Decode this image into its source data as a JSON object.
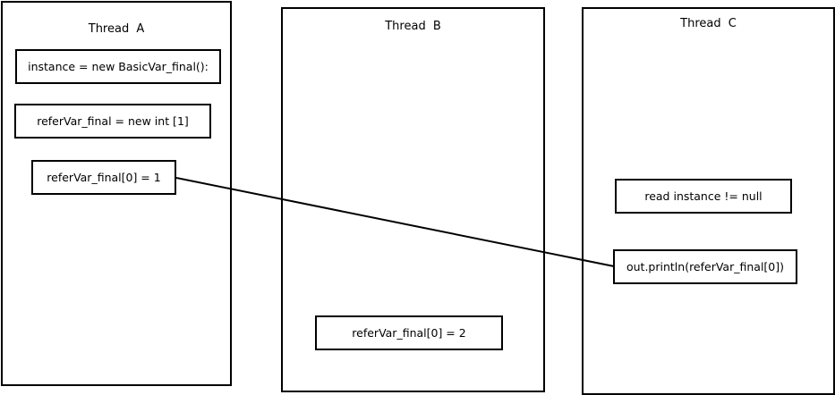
{
  "threads": {
    "a": {
      "title": "Thread  A",
      "steps": [
        "instance = new BasicVar_final():",
        "referVar_final = new int [1]",
        "referVar_final[0] = 1"
      ]
    },
    "b": {
      "title": "Thread  B",
      "steps": [
        "referVar_final[0] = 2"
      ]
    },
    "c": {
      "title": "Thread   C",
      "steps": [
        "read instance != null",
        "out.println(referVar_final[0])"
      ]
    }
  }
}
